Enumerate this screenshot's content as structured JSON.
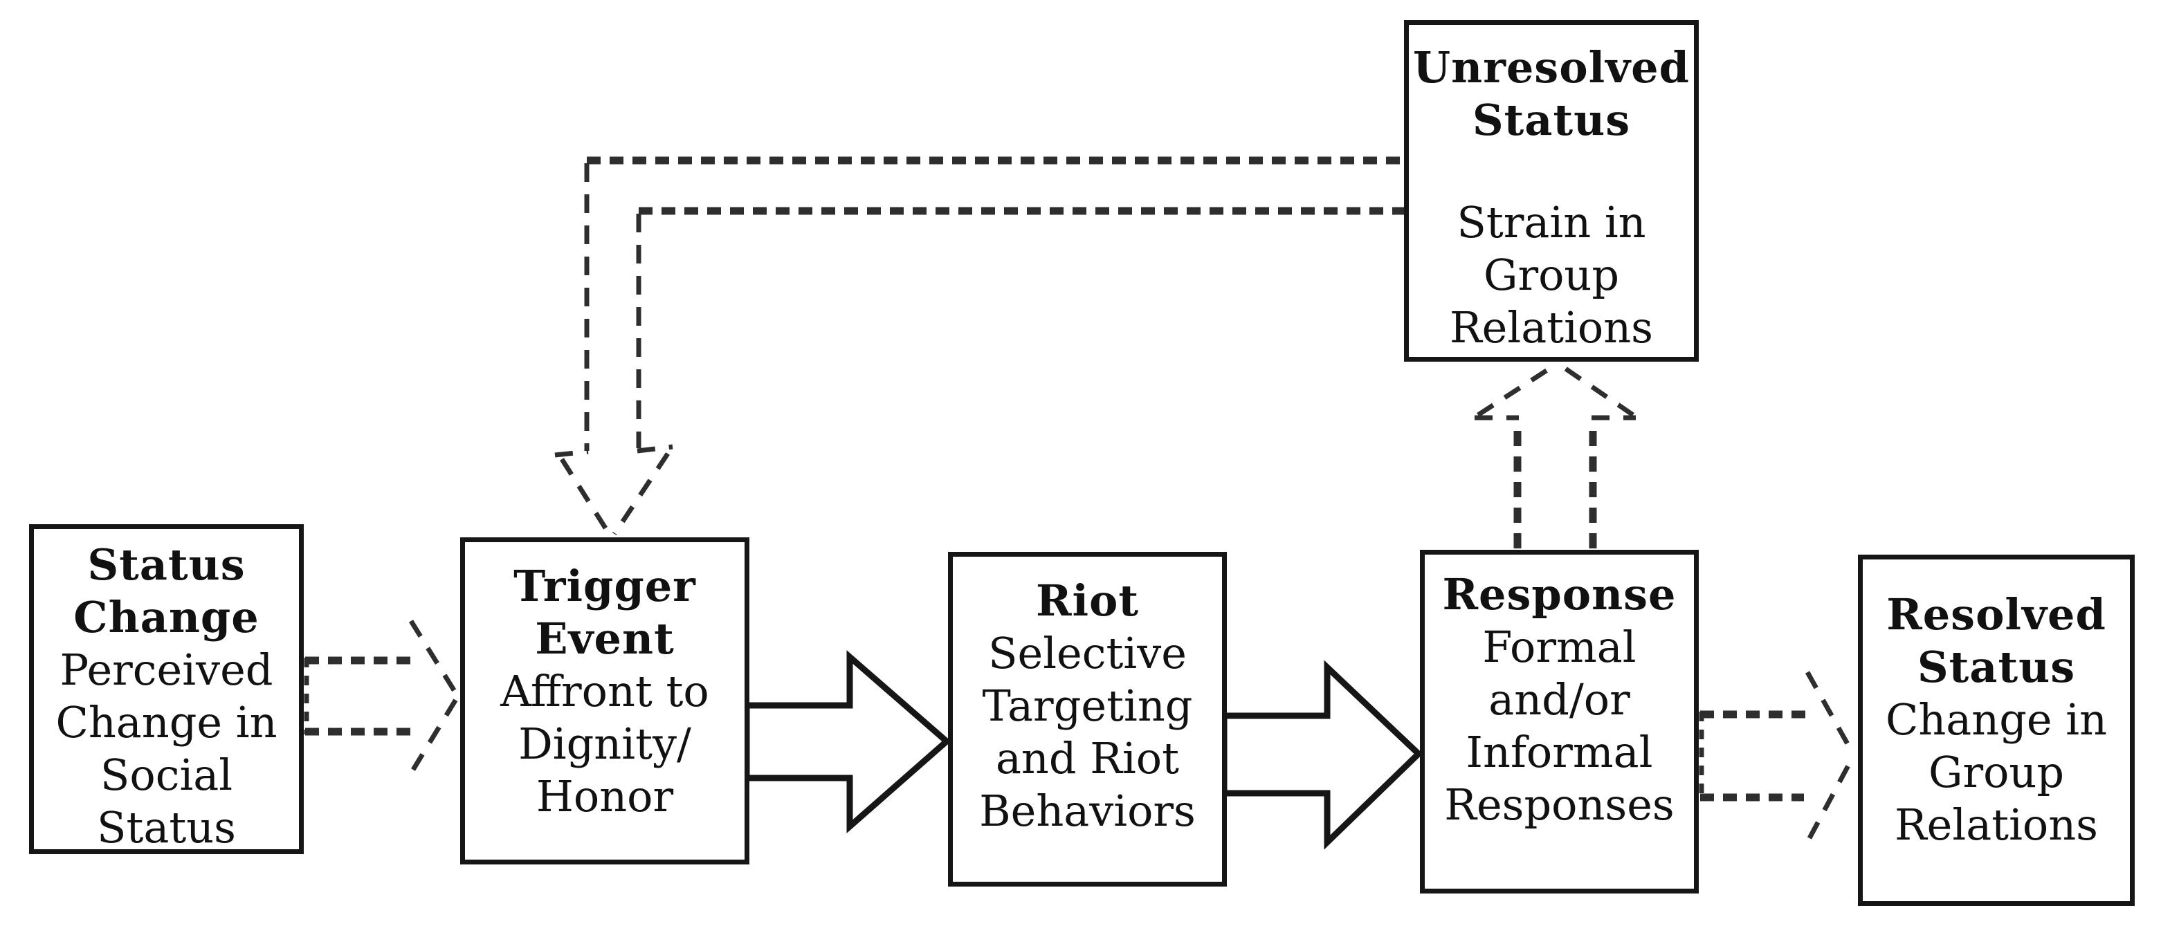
{
  "diagram": {
    "boxes": [
      {
        "id": "status-change",
        "title_lines": [
          "Status",
          "Change"
        ],
        "body_lines": [
          "Perceived",
          "Change in",
          "Social",
          "Status"
        ]
      },
      {
        "id": "trigger-event",
        "title_lines": [
          "Trigger",
          "Event"
        ],
        "body_lines": [
          "Affront to",
          "Dignity/",
          "Honor"
        ]
      },
      {
        "id": "riot",
        "title_lines": [
          "Riot"
        ],
        "body_lines": [
          "Selective",
          "Targeting",
          "and Riot",
          "Behaviors"
        ]
      },
      {
        "id": "response",
        "title_lines": [
          "Response"
        ],
        "body_lines": [
          "Formal",
          "and/or",
          "Informal",
          "Responses"
        ]
      },
      {
        "id": "resolved-status",
        "title_lines": [
          "Resolved",
          "Status"
        ],
        "body_lines": [
          "Change in",
          "Group",
          "Relations"
        ]
      },
      {
        "id": "unresolved-status",
        "title_lines": [
          "Unresolved",
          "Status"
        ],
        "body_lines": [
          "Strain in",
          "Group",
          "Relations"
        ]
      }
    ],
    "arrows": [
      {
        "from": "Status Change",
        "to": "Trigger Event",
        "style": "dashed-open-arrow"
      },
      {
        "from": "Trigger Event",
        "to": "Riot",
        "style": "solid-block-arrow"
      },
      {
        "from": "Riot",
        "to": "Response",
        "style": "solid-block-arrow"
      },
      {
        "from": "Response",
        "to": "Resolved Status",
        "style": "dashed-open-arrow"
      },
      {
        "from": "Response",
        "to": "Unresolved Status",
        "style": "dashed-block-arrow-up"
      },
      {
        "from": "Unresolved Status",
        "to": "Trigger Event",
        "style": "dashed-feedback-loop"
      }
    ],
    "colors": {
      "ink": "#161616",
      "dash": "#2e2e2e",
      "background": "#ffffff"
    }
  }
}
